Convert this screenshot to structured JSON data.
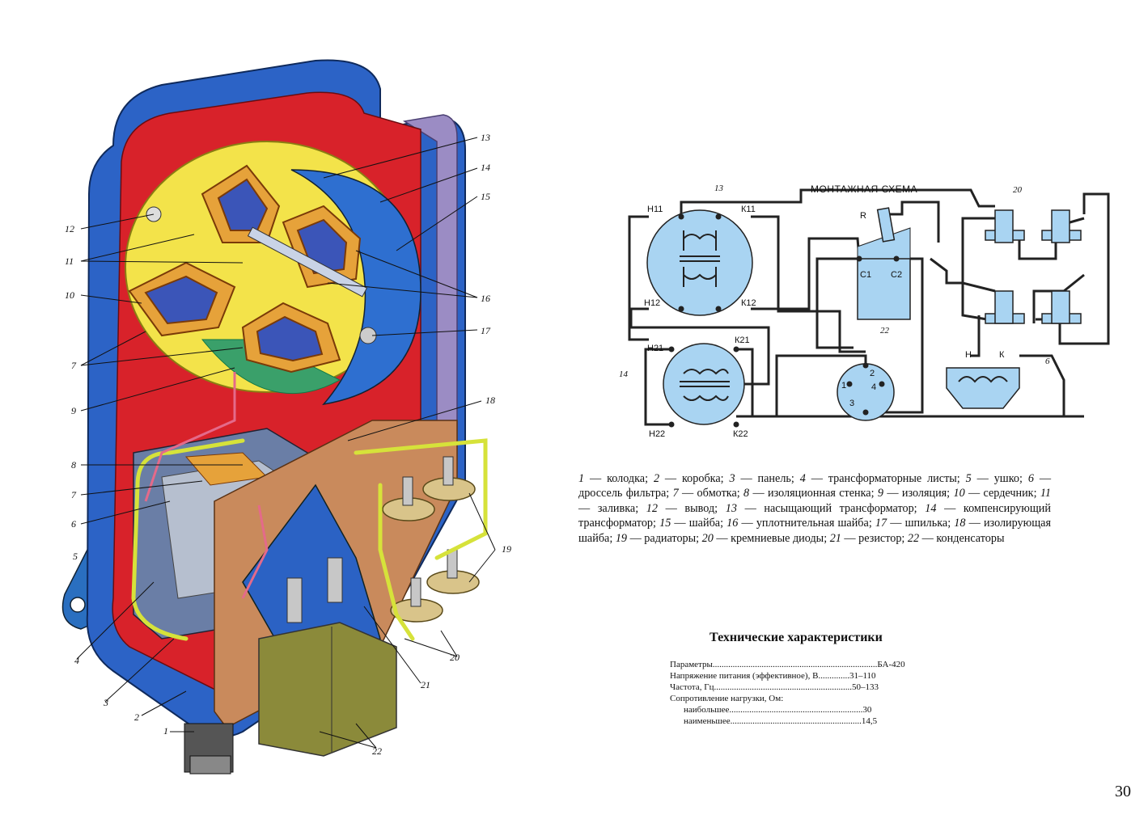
{
  "illustration": {
    "callouts": [
      "1",
      "2",
      "3",
      "4",
      "5",
      "6",
      "7",
      "8",
      "9",
      "10",
      "11",
      "12",
      "13",
      "14",
      "15",
      "16",
      "17",
      "18",
      "19",
      "20",
      "21",
      "22"
    ]
  },
  "schema": {
    "title": "МОНТАЖНАЯ СХЕМА",
    "labels": {
      "h11": "Н11",
      "k11": "К11",
      "h12": "Н12",
      "k12": "К12",
      "h21": "Н21",
      "k21": "К21",
      "h22": "Н22",
      "k22": "К22",
      "r": "R",
      "c1": "С1",
      "c2": "С2",
      "h": "Н",
      "k": "К",
      "p1": "1",
      "p2": "2",
      "p3": "3",
      "p4": "4"
    },
    "nums": {
      "n13": "13",
      "n14": "14",
      "n20": "20",
      "n22": "22",
      "n6": "6"
    },
    "colors": {
      "fill": "#a9d4f2",
      "stroke": "#222222"
    }
  },
  "legend": [
    {
      "n": "1",
      "t": " — колодка; "
    },
    {
      "n": "2",
      "t": " — коробка; "
    },
    {
      "n": "3",
      "t": " — панель; "
    },
    {
      "n": "4",
      "t": " — трансформаторные листы; "
    },
    {
      "n": "5",
      "t": " — ушко; "
    },
    {
      "n": "6",
      "t": " — дроссель фильтра; "
    },
    {
      "n": "7",
      "t": " — обмотка; "
    },
    {
      "n": "8",
      "t": " — изоляционная стенка; "
    },
    {
      "n": "9",
      "t": " — изоляция; "
    },
    {
      "n": "10",
      "t": " — сердечник; "
    },
    {
      "n": "11",
      "t": " — заливка; "
    },
    {
      "n": "12",
      "t": " — вывод; "
    },
    {
      "n": "13",
      "t": " — насыщающий трансформатор; "
    },
    {
      "n": "14",
      "t": " — компенсирующий трансформатор; "
    },
    {
      "n": "15",
      "t": " — шайба; "
    },
    {
      "n": "16",
      "t": " — уплотнительная шайба; "
    },
    {
      "n": "17",
      "t": " — шпилька; "
    },
    {
      "n": "18",
      "t": " — изолирующая шайба; "
    },
    {
      "n": "19",
      "t": " — радиаторы; "
    },
    {
      "n": "20",
      "t": " — кремниевые диоды; "
    },
    {
      "n": "21",
      "t": " — резистор; "
    },
    {
      "n": "22",
      "t": " — конденсаторы"
    }
  ],
  "specs": {
    "title": "Технические характеристики",
    "rows": [
      {
        "label": "Параметры",
        "dots": "..........................................................................",
        "value": "БА-420"
      },
      {
        "label": "Напряжение питания (эффективное), В",
        "dots": "..............",
        "value": "31–110"
      },
      {
        "label": "Частота, Гц",
        "dots": "..............................................................",
        "value": "50–133"
      },
      {
        "label": "Сопротивление нагрузки, Ом:",
        "dots": "",
        "value": ""
      },
      {
        "label": "     наибольшее",
        "dots": "............................................................",
        "value": "30"
      },
      {
        "label": "     наименьшее",
        "dots": "...........................................................",
        "value": "14,5"
      }
    ]
  },
  "page_number": "30"
}
